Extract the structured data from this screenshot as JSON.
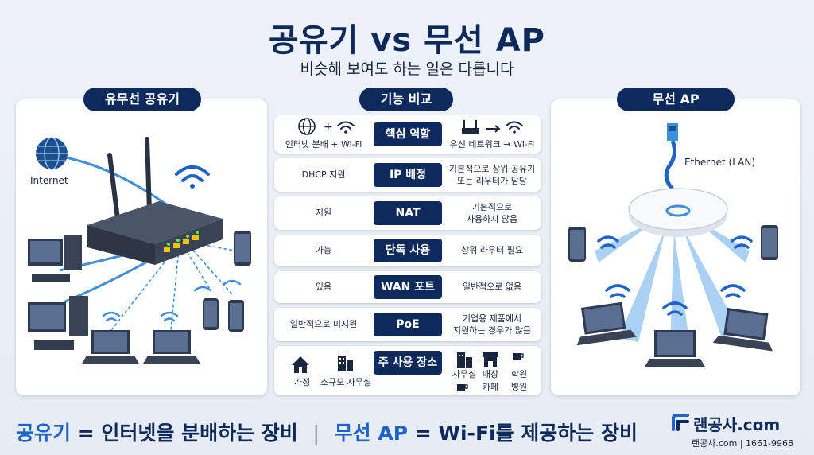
{
  "title": "공유기 vs 무선 AP",
  "subtitle": "비슷해 보여도 하는 일은 다릅니다",
  "router_panel": {
    "heading": "유무선 공유기",
    "internet_label": "Internet"
  },
  "ap_panel": {
    "heading": "무선 AP",
    "ethernet_label": "Ethernet (LAN)"
  },
  "compare": {
    "heading": "기능 비교",
    "rows": [
      {
        "key": "핵심 역할",
        "router": "인터넷 분배 + Wi-Fi",
        "ap": "유선 네트워크 → Wi-Fi"
      },
      {
        "key": "IP 배정",
        "router": "DHCP 지원",
        "ap": "기본적으로 상위 공유기\n또는 라우터가 담당"
      },
      {
        "key": "NAT",
        "router": "지원",
        "ap": "기본적으로\n사용하지 않음"
      },
      {
        "key": "단독 사용",
        "router": "가능",
        "ap": "상위 라우터 필요"
      },
      {
        "key": "WAN 포트",
        "router": "있음",
        "ap": "일반적으로 없음"
      },
      {
        "key": "PoE",
        "router": "일반적으로 미지원",
        "ap": "기업용 제품에서\n지원하는 경우가 많음"
      }
    ],
    "usage": {
      "key": "주 사용 장소",
      "router": [
        "가정",
        "소규모 사무실"
      ],
      "ap": [
        "사무실",
        "매장",
        "학원",
        "카페",
        "병원"
      ]
    }
  },
  "footer": {
    "left_term": "공유기",
    "left_desc": "= 인터넷을 분배하는 장비",
    "divider": "|",
    "right_term": "무선 AP",
    "right_desc": "= Wi-Fi를 제공하는 장비"
  },
  "brand": {
    "name": "랜공사.com",
    "sub": "랜공사.com | 1661-9968"
  },
  "colors": {
    "navy": "#0e2a5c",
    "blue": "#1d63c9",
    "light_blue": "#8fc3f2"
  },
  "icons": [
    "globe-icon",
    "wifi-icon",
    "router-icon",
    "arrow-right-icon",
    "house-icon",
    "building-icon",
    "store-icon",
    "coffee-icon",
    "ethernet-plug-icon",
    "ceiling-ap-icon",
    "laptop-icon",
    "smartphone-icon",
    "desktop-pc-icon"
  ]
}
